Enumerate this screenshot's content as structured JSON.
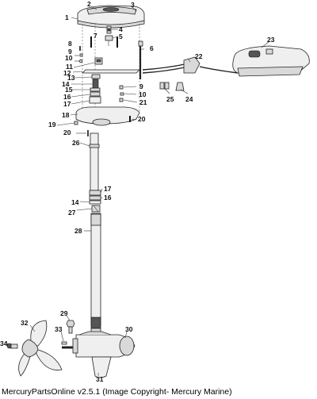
{
  "caption": "MercuryPartsOnline v2.5.1 (Image Copyright- Mercury Marine)",
  "callouts": {
    "c1": "1",
    "c2": "2",
    "c3": "3",
    "c4": "4",
    "c5": "5",
    "c6": "6",
    "c7": "7",
    "c8": "8",
    "c9a": "9",
    "c9b": "9",
    "c10a": "10",
    "c10b": "10",
    "c11": "11",
    "c12": "12",
    "c13": "13",
    "c14a": "14",
    "c14b": "14",
    "c15": "15",
    "c16a": "16",
    "c16b": "16",
    "c17a": "17",
    "c17b": "17",
    "c18": "18",
    "c19": "19",
    "c20a": "20",
    "c20b": "20",
    "c21": "21",
    "c22": "22",
    "c23": "23",
    "c24": "24",
    "c25": "25",
    "c26": "26",
    "c27": "27",
    "c28": "28",
    "c29": "29",
    "c30": "30",
    "c31": "31",
    "c32": "32",
    "c33": "33",
    "c34": "34"
  }
}
